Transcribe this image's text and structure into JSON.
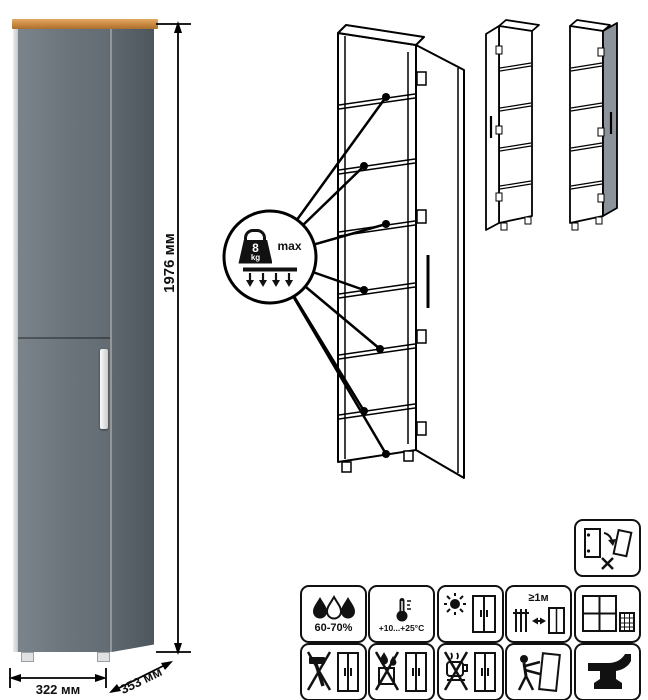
{
  "dimensions": {
    "height": "1976 мм",
    "width": "322 мм",
    "depth": "353 мм"
  },
  "shelf_load": {
    "value": "8",
    "unit": "kg",
    "qualifier": "max"
  },
  "care": {
    "humidity": "60-70%",
    "temperature": "+10...+25°С",
    "min_distance": "≥1м"
  },
  "colors": {
    "cabinet_front": "#6b737b",
    "cabinet_side": "#525a62",
    "top_trim": "#c8883f",
    "handle": "#e8ebed",
    "diagram_line": "#111111"
  },
  "icons": {
    "shelf_load": "kettlebell-weight-icon",
    "humidity": "water-drops-icon",
    "temperature": "thermometer-icon",
    "sunlight": "sun-shade-icon",
    "min_distance": "radiator-distance-icon",
    "ventilation": "window-grid-icon",
    "door_remount": "door-remount-icon",
    "no_impact": "no-hammer-icon",
    "no_wet": "no-wet-cleaning-icon",
    "no_heat": "no-heat-icon",
    "move_carefully": "move-carefully-icon",
    "no_heavy": "anvil-icon"
  }
}
